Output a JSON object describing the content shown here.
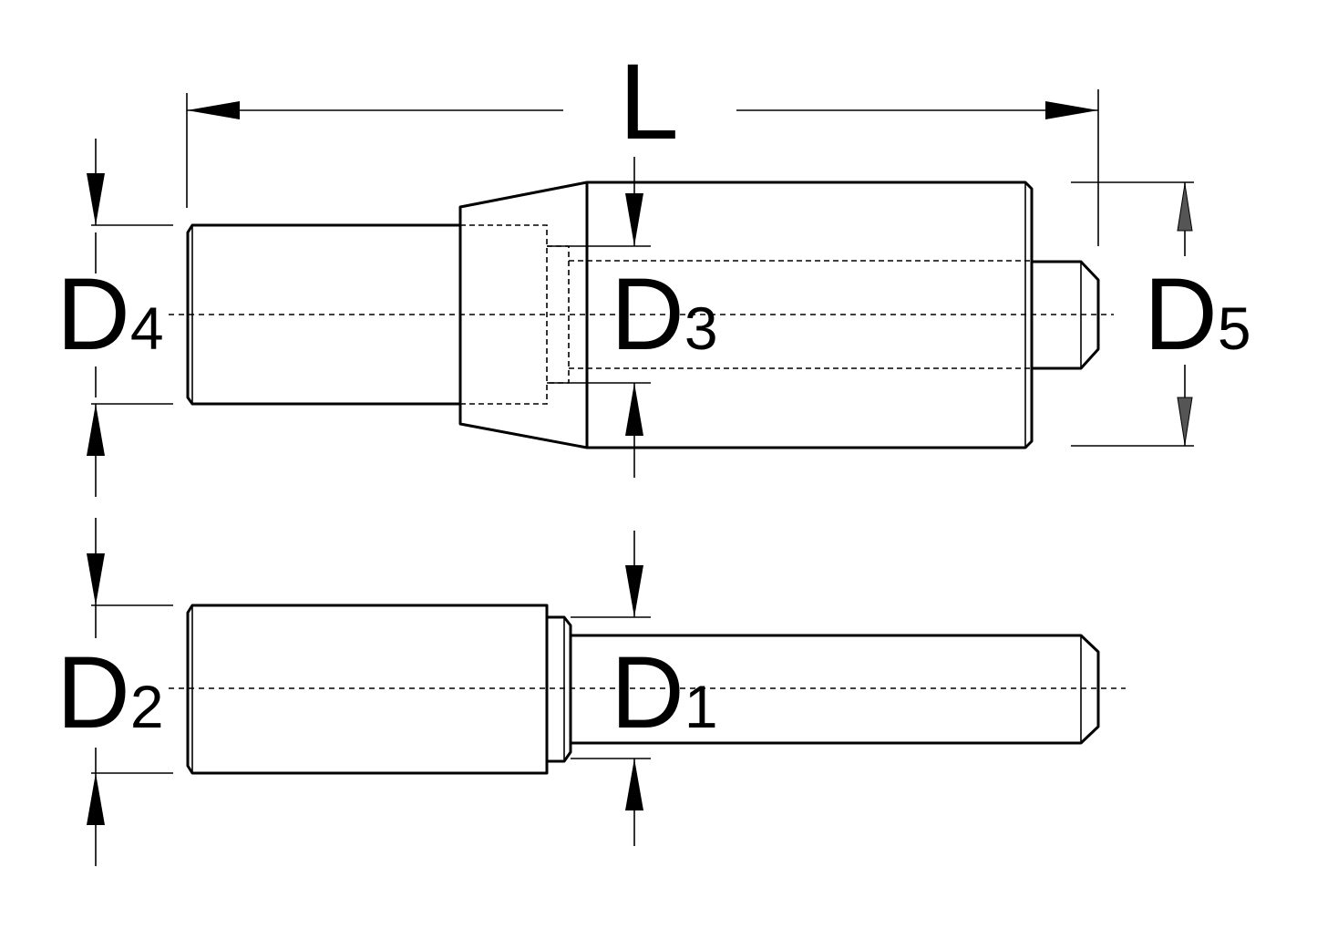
{
  "labels": {
    "L": "L",
    "D4": {
      "main": "D",
      "sub": "4"
    },
    "D3": {
      "main": "D",
      "sub": "3"
    },
    "D5": {
      "main": "D",
      "sub": "5"
    },
    "D2": {
      "main": "D",
      "sub": "2"
    },
    "D1": {
      "main": "D",
      "sub": "1"
    }
  }
}
